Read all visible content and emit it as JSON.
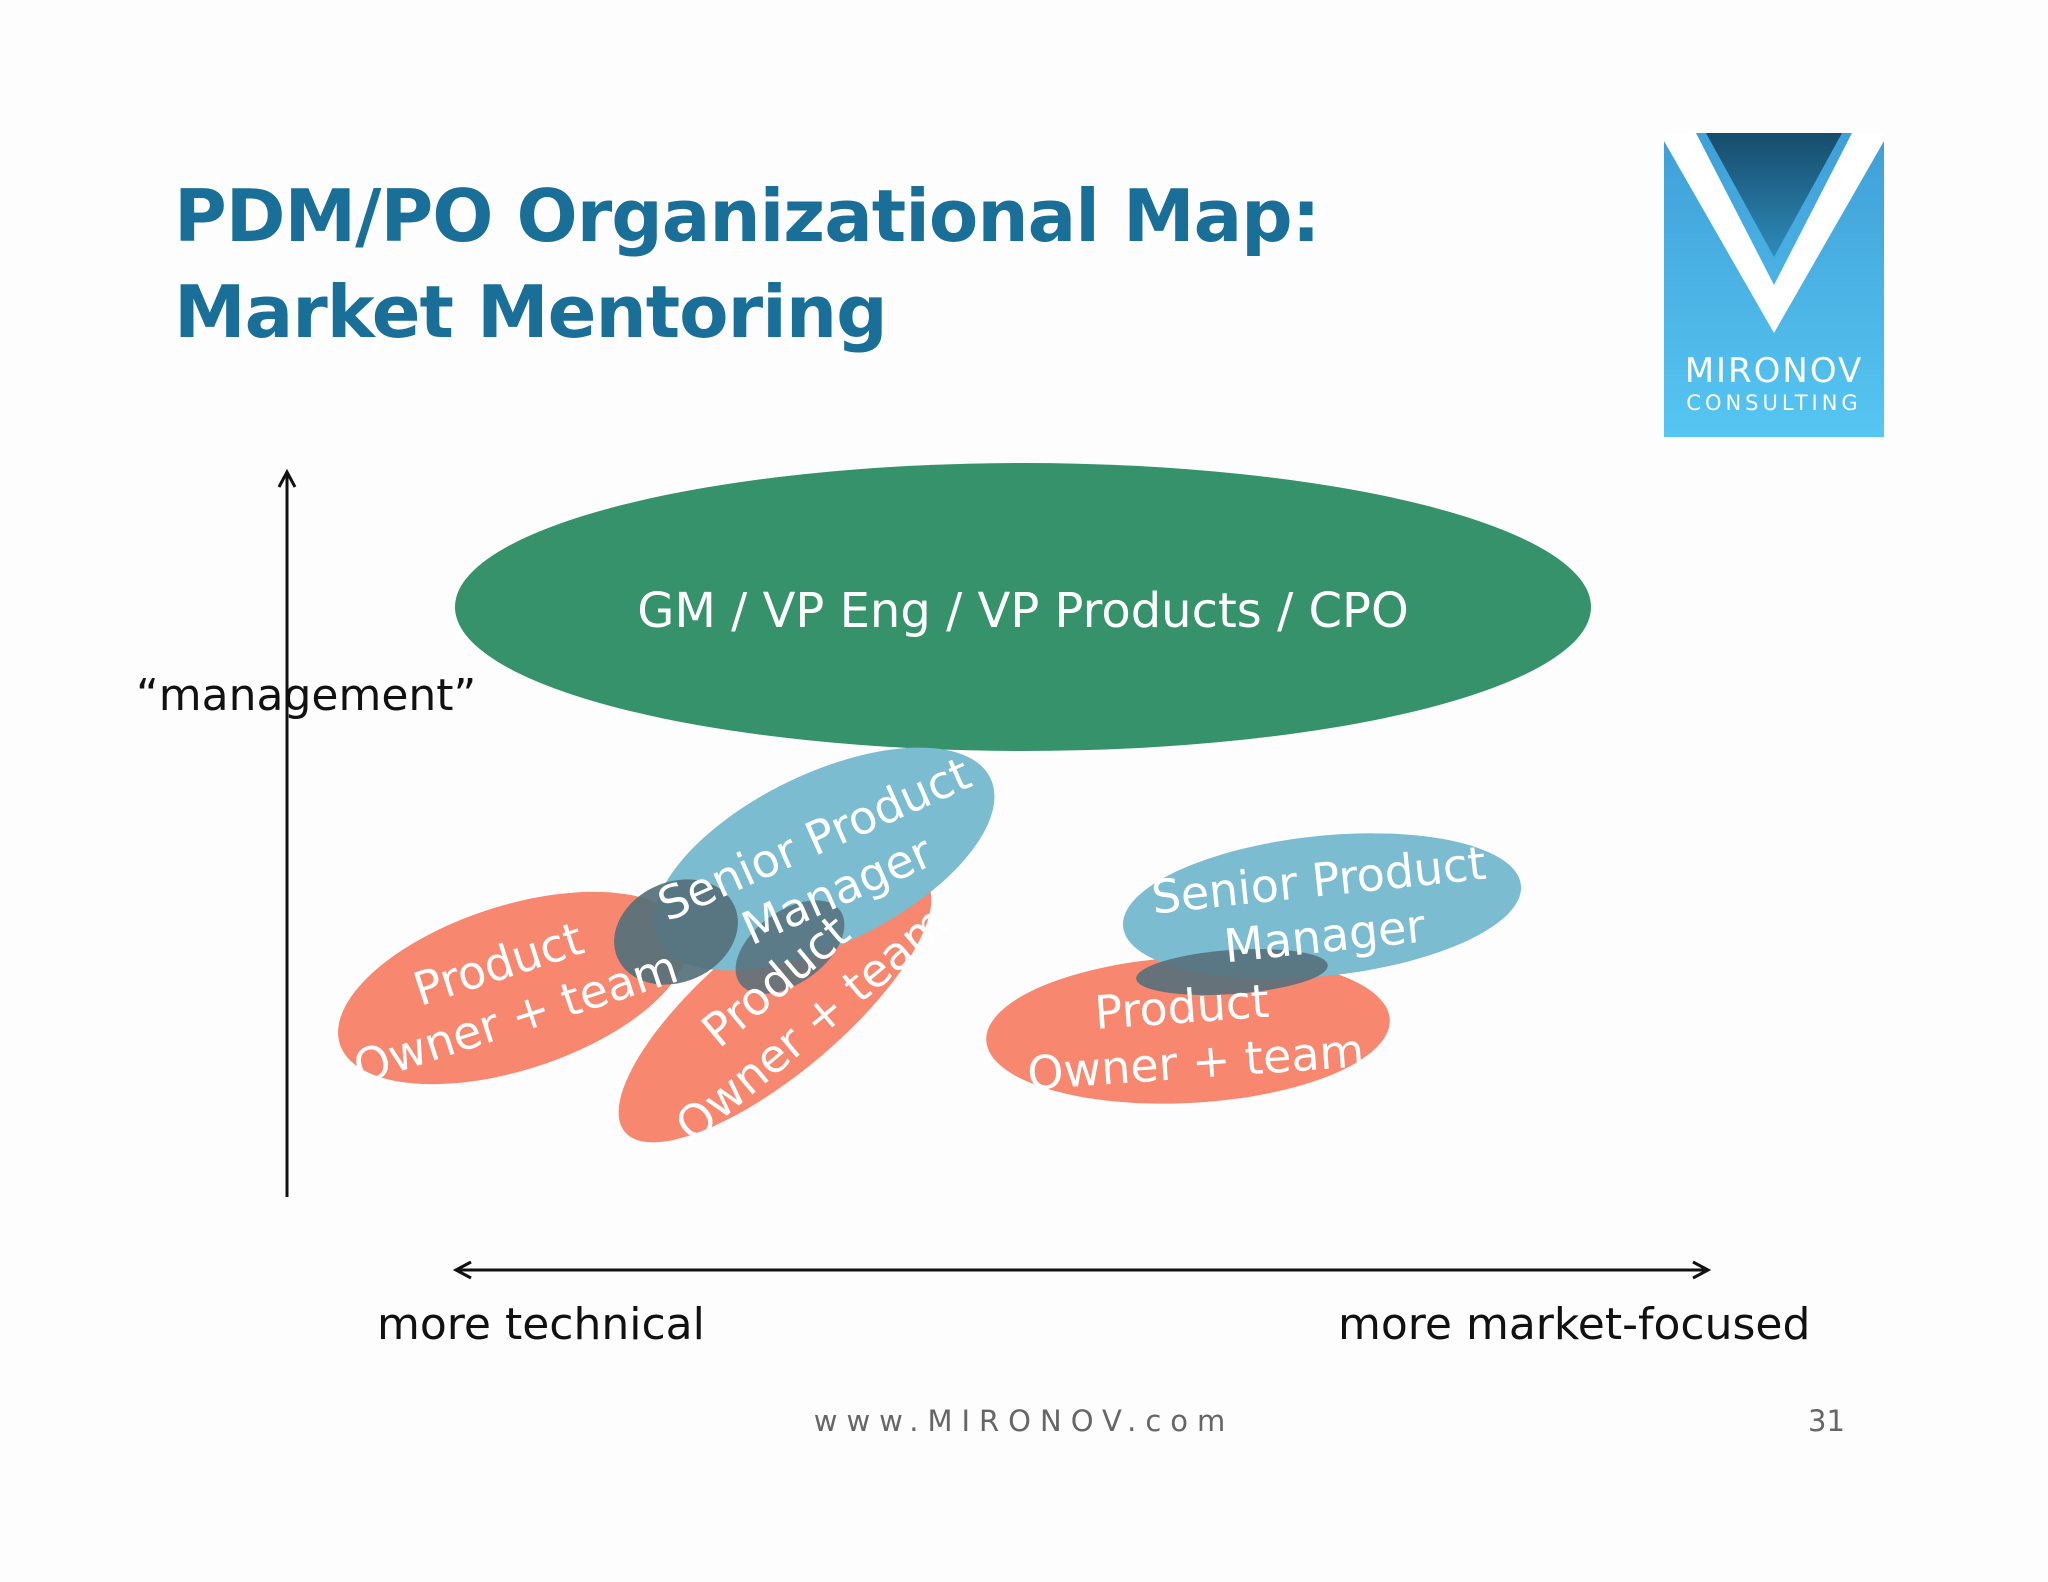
{
  "slide": {
    "title_line1": "PDM/PO Organizational Map:",
    "title_line2": "Market Mentoring",
    "footer_url": "www.MIRONOV.com",
    "page_number": "31"
  },
  "logo": {
    "name": "MIRONOV",
    "subtitle": "CONSULTING",
    "colors": {
      "dark": "#174f6e",
      "light": "#55c2ef"
    }
  },
  "axes": {
    "y_label": "“management”",
    "x_left_label": "more technical",
    "x_right_label": "more market-focused"
  },
  "nodes": {
    "management": "GM / VP Eng / VP Products / CPO",
    "po_left_line1": "Product",
    "po_left_line2": "Owner + team",
    "spm_left_line1": "Senior Product",
    "spm_left_line2": "Manager",
    "po_middle_line1": "Product",
    "po_middle_line2": "Owner + team",
    "spm_right_line1": "Senior Product",
    "spm_right_line2": "Manager",
    "po_right_line1": "Product",
    "po_right_line2": "Owner + team"
  },
  "colors": {
    "management": "#36926a",
    "senior_product_manager": "#7cbcd0",
    "product_owner": "#f8876f",
    "overlap": "#55707a",
    "title": "#1a6f98"
  }
}
